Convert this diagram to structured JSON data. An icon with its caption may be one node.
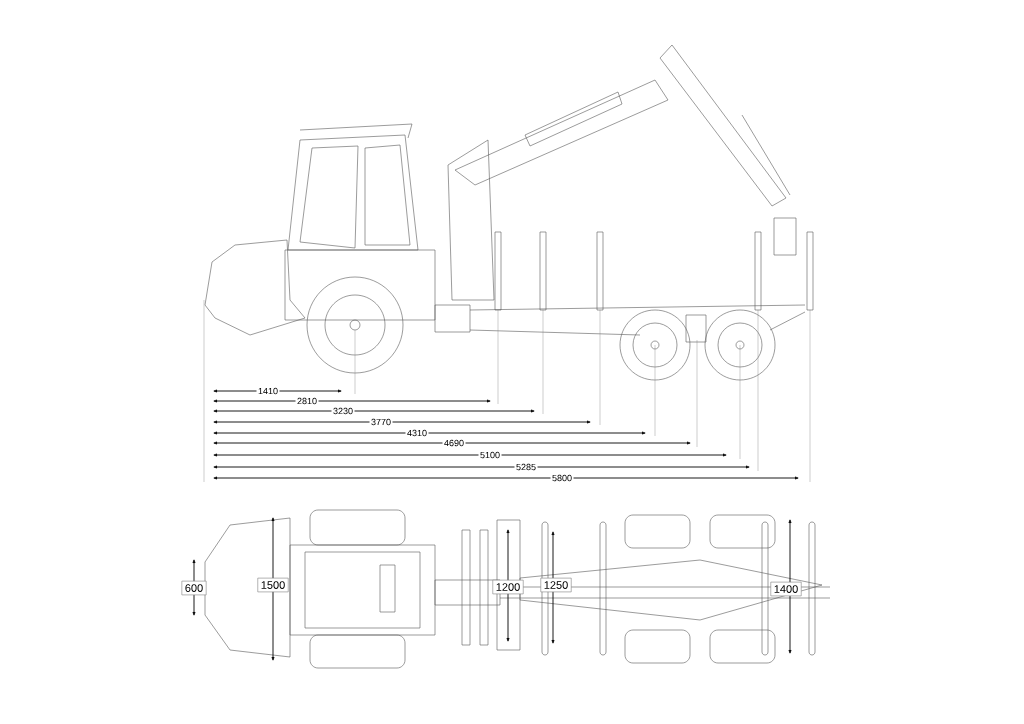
{
  "diagram": {
    "labels": [
      "1410",
      "2810",
      "3230",
      "3770",
      "4310",
      "4690",
      "5100",
      "5285",
      "5800",
      "600",
      "1500",
      "1200",
      "1250",
      "1400"
    ]
  }
}
